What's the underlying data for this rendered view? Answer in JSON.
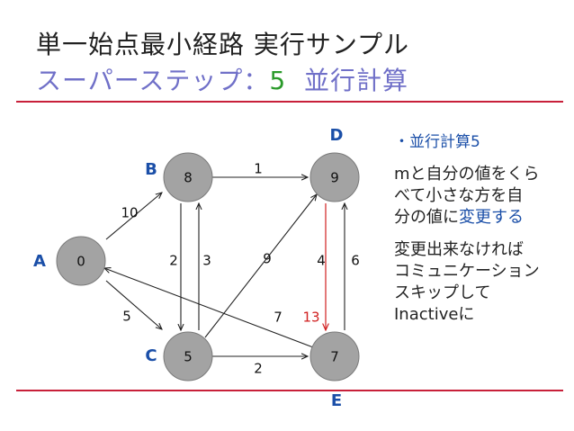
{
  "title": {
    "line1": "単一始点最小経路 実行サンプル",
    "line2_prefix": "スーパーステップ：",
    "line2_number": "5",
    "line2_suffix": "並行計算"
  },
  "accent_color": "#c8203a",
  "graph": {
    "nodes": [
      {
        "id": "A",
        "letter": "A",
        "value": "0"
      },
      {
        "id": "B",
        "letter": "B",
        "value": "8"
      },
      {
        "id": "C",
        "letter": "C",
        "value": "5"
      },
      {
        "id": "D",
        "letter": "D",
        "value": "9"
      },
      {
        "id": "E",
        "letter": "E",
        "value": "7"
      }
    ],
    "edges": [
      {
        "from": "A",
        "to": "B",
        "weight": "10"
      },
      {
        "from": "A",
        "to": "C",
        "weight": "5"
      },
      {
        "from": "B",
        "to": "D",
        "weight": "1"
      },
      {
        "from": "B",
        "to": "C",
        "weight": "2"
      },
      {
        "from": "C",
        "to": "B",
        "weight": "3"
      },
      {
        "from": "C",
        "to": "D",
        "weight": "9"
      },
      {
        "from": "C",
        "to": "E",
        "weight": "2"
      },
      {
        "from": "E",
        "to": "A",
        "weight": "7"
      },
      {
        "from": "E",
        "to": "D",
        "weight": "6"
      },
      {
        "from": "D",
        "to": "E",
        "weight": "4"
      }
    ],
    "message": {
      "from": "D",
      "to": "E",
      "value": "13",
      "color": "#d02020"
    }
  },
  "notes": {
    "bullet": "・並行計算5",
    "para1_line1": "mと自分の値をくら",
    "para1_line2": "べて小さな方を自",
    "para1_line3_prefix": "分の値に",
    "para1_line3_highlight": "変更する",
    "para2_line1": "変更出来なければ",
    "para2_line2": "コミュニケーション",
    "para2_line3": "スキップして",
    "para2_line4": "Inactiveに"
  }
}
